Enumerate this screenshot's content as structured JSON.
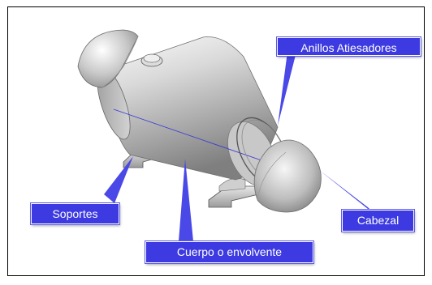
{
  "diagram": {
    "callouts": {
      "rings": "Anillos Atiesadores",
      "supports": "Soportes",
      "head": "Cabezal",
      "body": "Cuerpo o envolvente"
    }
  },
  "colors": {
    "callout_fill": "#3c3ae0",
    "callout_pointer": "#4a48e6",
    "frame": "#000000",
    "metal_light": "#f2f2f2",
    "metal_dark": "#7c7c7c"
  }
}
